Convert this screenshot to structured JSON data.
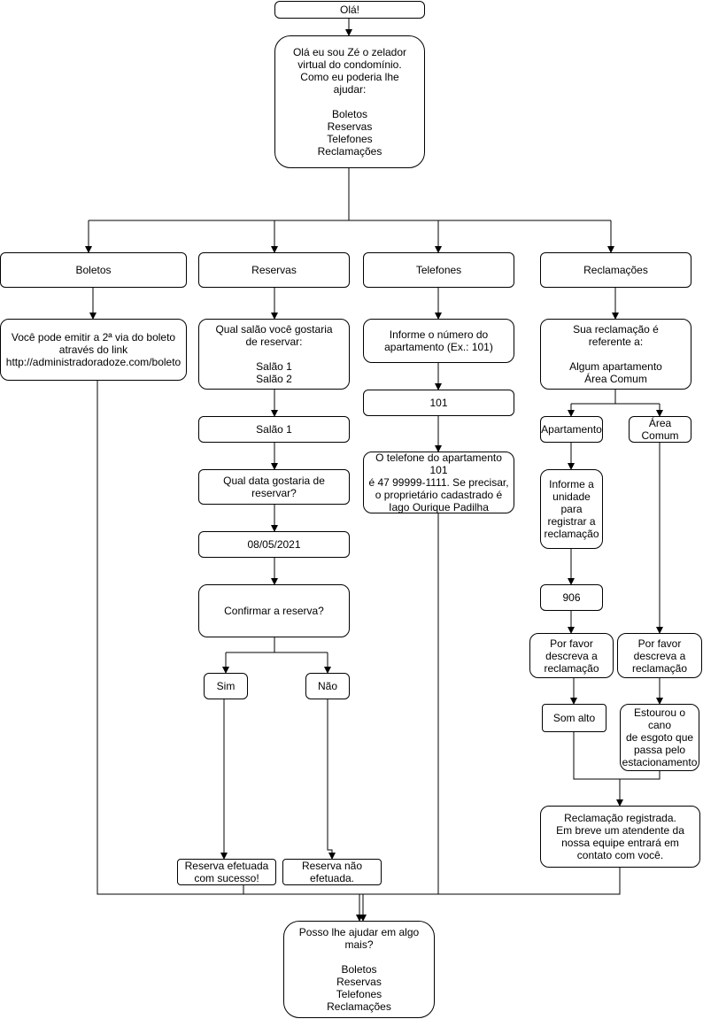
{
  "nodes": {
    "ola": "Olá!",
    "intro": "Olá eu sou Zé o zelador\nvirtual do condomínio.\nComo eu poderia lhe\najudar:\n\nBoletos\nReservas\nTelefones\nReclamações",
    "boletos": "Boletos",
    "reservas": "Reservas",
    "telefones": "Telefones",
    "reclamacoes": "Reclamações",
    "boleto_info": "Você pode emitir a 2ª via do boleto\natravés do link\nhttp://administradoradoze.com/boleto",
    "salao_pergunta": "Qual salão você gostaria\nde reservar:\n\nSalão 1\nSalão 2",
    "salao1": "Salão 1",
    "data_pergunta": "Qual data gostaria de\nreservar?",
    "data": "08/05/2021",
    "confirmar": "Confirmar a reserva?",
    "sim": "Sim",
    "nao": "Não",
    "reserva_ok": "Reserva efetuada\ncom sucesso!",
    "reserva_nao": "Reserva não\nefetuada.",
    "apto_pergunta": "Informe o número do\napartamento (Ex.: 101)",
    "apto_101": "101",
    "telefone_info": "O telefone do apartamento 101\né 47 99999-1111. Se precisar,\no proprietário cadastrado é\nIago Ourique Padilha",
    "reclamacao_pergunta": "Sua reclamação é\nreferente a:\n\nAlgum apartamento\nÁrea Comum",
    "apartamento": "Apartamento",
    "area_comum": "Área\nComum",
    "unidade_pergunta": "Informe a\nunidade\npara\nregistrar a\nreclamação",
    "unidade_906": "906",
    "descreva_apto": "Por favor\ndescreva a\nreclamação",
    "descreva_area": "Por favor\ndescreva a\nreclamação",
    "som_alto": "Som alto",
    "esgoto": "Estourou o cano\nde esgoto que\npassa pelo\nestacionamento",
    "registrada": "Reclamação registrada.\nEm breve um atendente da\nnossa equipe entrará em\ncontato com você.",
    "final": "Posso lhe ajudar em algo\nmais?\n\nBoletos\nReservas\nTelefones\nReclamações"
  }
}
